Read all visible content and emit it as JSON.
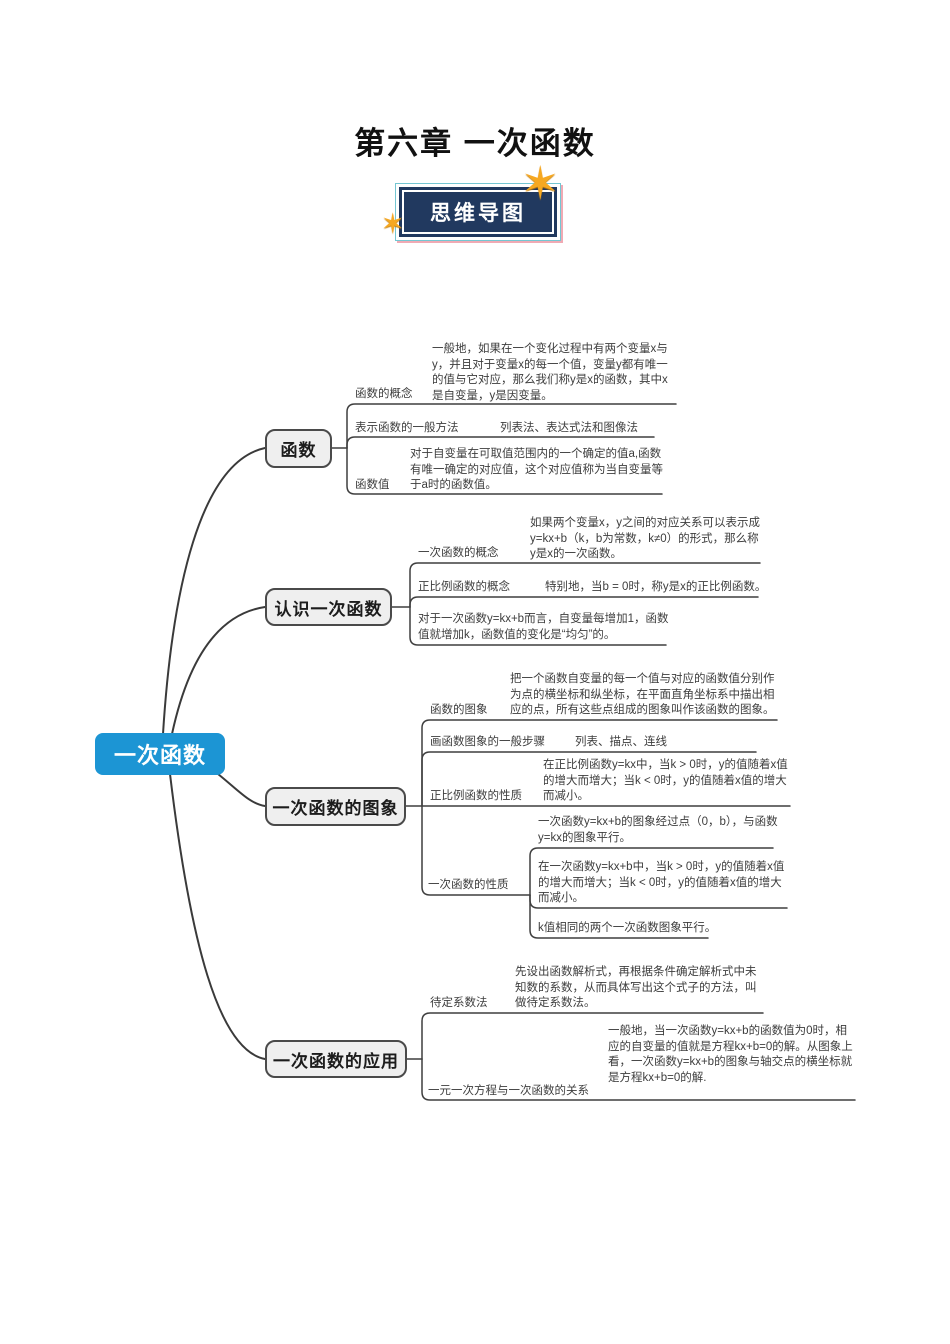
{
  "page": {
    "title": "第六章 一次函数",
    "badge": "思维导图"
  },
  "root": {
    "label": "一次函数"
  },
  "branches": [
    {
      "label": "函数",
      "children": [
        {
          "label": "函数的概念",
          "text": "一般地，如果在一个变化过程中有两个变量x与y，并且对于变量x的每一个值，变量y都有唯一的值与它对应，那么我们称y是x的函数，其中x是自变量，y是因变量。"
        },
        {
          "label": "表示函数的一般方法",
          "text": "列表法、表达式法和图像法"
        },
        {
          "label": "函数值",
          "text": "对于自变量在可取值范围内的一个确定的值a,函数有唯一确定的对应值，这个对应值称为当自变量等于a时的函数值。"
        }
      ]
    },
    {
      "label": "认识一次函数",
      "children": [
        {
          "label": "一次函数的概念",
          "text": "如果两个变量x，y之间的对应关系可以表示成y=kx+b（k，b为常数，k≠0）的形式，那么称y是x的一次函数。"
        },
        {
          "label": "正比例函数的概念",
          "text": "特别地，当b = 0时，称y是x的正比例函数。"
        },
        {
          "label": "",
          "text": "对于一次函数y=kx+b而言，自变量每增加1，函数值就增加k，函数值的变化是“均匀”的。"
        }
      ]
    },
    {
      "label": "一次函数的图象",
      "children": [
        {
          "label": "函数的图象",
          "text": "把一个函数自变量的每一个值与对应的函数值分别作为点的横坐标和纵坐标，在平面直角坐标系中描出相应的点，所有这些点组成的图象叫作该函数的图象。"
        },
        {
          "label": "画函数图象的一般步骤",
          "text": "列表、描点、连线"
        },
        {
          "label": "正比例函数的性质",
          "text": "在正比例函数y=kx中，当k > 0时，y的值随着x值的增大而增大；当k < 0时，y的值随着x值的增大而减小。"
        },
        {
          "label": "一次函数的性质",
          "sub": [
            "一次函数y=kx+b的图象经过点（0，b），与函数y=kx的图象平行。",
            "在一次函数y=kx+b中，当k > 0时，y的值随着x值的增大而增大；当k < 0时，y的值随着x值的增大而减小。",
            "k值相同的两个一次函数图象平行。"
          ]
        }
      ]
    },
    {
      "label": "一次函数的应用",
      "children": [
        {
          "label": "待定系数法",
          "text": "先设出函数解析式，再根据条件确定解析式中未知数的系数，从而具体写出这个式子的方法，叫做待定系数法。"
        },
        {
          "label": "一元一次方程与一次函数的关系",
          "text": "一般地，当一次函数y=kx+b的函数值为0时，相应的自变量的值就是方程kx+b=0的解。从图象上看，一次函数y=kx+b的图象与轴交点的横坐标就是方程kx+b=0的解."
        }
      ]
    }
  ]
}
